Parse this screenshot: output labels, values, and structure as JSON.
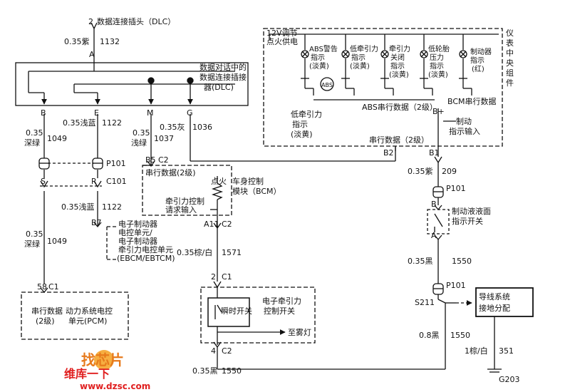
{
  "dlc": {
    "pin_index": "2",
    "title": "数据连接插头（DLC）",
    "top_wire": "0.35紫",
    "top_num": "1132",
    "pin_A": "A",
    "label": "数据对话中的数据连接插接器(DLC)",
    "label_l1": "数据对话中的",
    "label_l2": "数据连接插接",
    "label_l3": "器(DLC)",
    "pins": [
      "B",
      "E",
      "M",
      "G"
    ]
  },
  "wires": {
    "b_color": "0.35",
    "b_color2": "深绿",
    "b_num": "1049",
    "e_color": "0.35浅蓝",
    "e_num": "1122",
    "m_color": "0.35",
    "m_color2": "浅绿",
    "m_num": "1037",
    "g_color": "0.35灰",
    "g_num": "1036",
    "c101_color": "0.35浅蓝",
    "c101_num": "1122",
    "pcm_color": "0.35",
    "pcm_color2": "深绿",
    "pcm_num": "1049",
    "a11_color": "0.35棕/白",
    "a11_num": "1571",
    "bottom_color": "0.35黑",
    "bottom_num": "1550",
    "purple_color": "0.35紫",
    "purple_num": "209",
    "black_color": "0.35黑",
    "black_num": "1550",
    "s211_color": "0.8黑",
    "s211_num": "1550",
    "g203_color": "1棕/白",
    "g203_num": "351"
  },
  "connectors": {
    "p101_left": "P101",
    "c101": "C101",
    "s_pin": "S",
    "r_pin": "R",
    "p101_right1": "P101",
    "p101_right2": "P101",
    "b7": "B7",
    "b5": "B5",
    "c2a": "C2",
    "a11": "A11",
    "c2b": "C2",
    "pin2": "2",
    "c1a": "C1",
    "pin4": "4",
    "c2c": "C2",
    "pin58": "58",
    "c1b": "C1",
    "b2": "B2",
    "b1": "B1",
    "b_plus": "B+",
    "pin_b_switch": "B",
    "pin_a_switch": "A",
    "s211": "S211",
    "g203": "G203"
  },
  "cluster": {
    "title": "仪表中央组件",
    "title_chars": [
      "仪",
      "表",
      "中",
      "央",
      "组",
      "件"
    ],
    "power_l1": "12V调节",
    "power_l2": "点火供电",
    "lamps": [
      {
        "l1": "ABS警告",
        "l2": "指示",
        "l3": "(淡黄)"
      },
      {
        "l1": "低牵引力",
        "l2": "指示",
        "l3": "(淡黄)"
      },
      {
        "l1": "牵引力",
        "l2": "关闭",
        "l3": "指示",
        "l4": "(淡黄)"
      },
      {
        "l1": "低轮胎",
        "l2": "压力",
        "l3": "指示",
        "l4": "(淡黄)"
      },
      {
        "l1": "制动器",
        "l2": "指示",
        "l3": "(红)"
      }
    ],
    "abs_circle": "ABS",
    "abs_serial": "ABS串行数据（2级）",
    "bcm_serial": "BCM串行数据",
    "low_traction_l1": "低牵引力",
    "low_traction_l2": "指示",
    "low_traction_l3": "(淡黄)",
    "brake_input_l1": "制动",
    "brake_input_l2": "指示输入",
    "serial_data": "串行数据（2级）"
  },
  "bcm": {
    "serial": "串行数据(2级)",
    "ignition": "点火",
    "name_l1": "车身控制",
    "name_l2": "模块（BCM）",
    "traction_l1": "牵引力控制",
    "traction_l2": "请求输入"
  },
  "ebcm": {
    "l1": "电子制动器",
    "l2": "电控单元/",
    "l3": "电子制动器",
    "l4": "牵引力电控单元",
    "l5": "(EBCM/EBTCM)"
  },
  "pcm": {
    "serial_l1": "串行数据",
    "serial_l2": "(2级)",
    "name_l1": "动力系统电控",
    "name_l2": "单元(PCM)"
  },
  "traction_switch": {
    "name_l1": "电子牵引力",
    "name_l2": "控制开关",
    "switch_label": "瞬时开关",
    "to_fog": "至雾灯"
  },
  "brake_switch": {
    "l1": "制动液液面",
    "l2": "指示开关"
  },
  "ground": {
    "l1": "导线系统",
    "l2": "接地分配"
  },
  "watermark": {
    "top": "找芯片",
    "brand": "维库一下",
    "url": "www.dzsc.com"
  }
}
